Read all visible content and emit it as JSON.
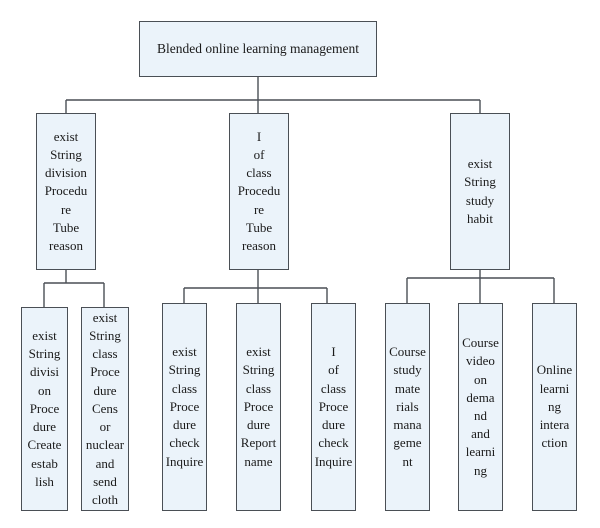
{
  "root": "Blended online learning management",
  "level1": [
    "exist\nString\ndivision\nProcedu\nre\nTube\nreason",
    "I\nof\nclass\nProcedu\nre\nTube\nreason",
    "exist\nString\nstudy\nhabit"
  ],
  "level2": [
    "exist\nString\ndivisi\non\nProce\ndure\nCreate\nestab\nlish",
    "exist\nString\nclass\nProce\ndure\nCens\nor\nnuclear\nand\nsend\ncloth",
    "exist\nString\nclass\nProce\ndure\ncheck\nInquire",
    "exist\nString\nclass\nProce\ndure\nReport\nname",
    "I\nof\nclass\nProce\ndure\ncheck\nInquire",
    "Course\nstudy\nmate\nrials\nmana\ngeme\nnt",
    "Course\nvideo\non\ndema\nnd\nand\nlearni\nng",
    "Online\nlearni\nng\nintera\nction"
  ],
  "colors": {
    "box_fill": "#ebf3fa",
    "box_border": "#4a4f55",
    "line": "#4a4f55"
  }
}
